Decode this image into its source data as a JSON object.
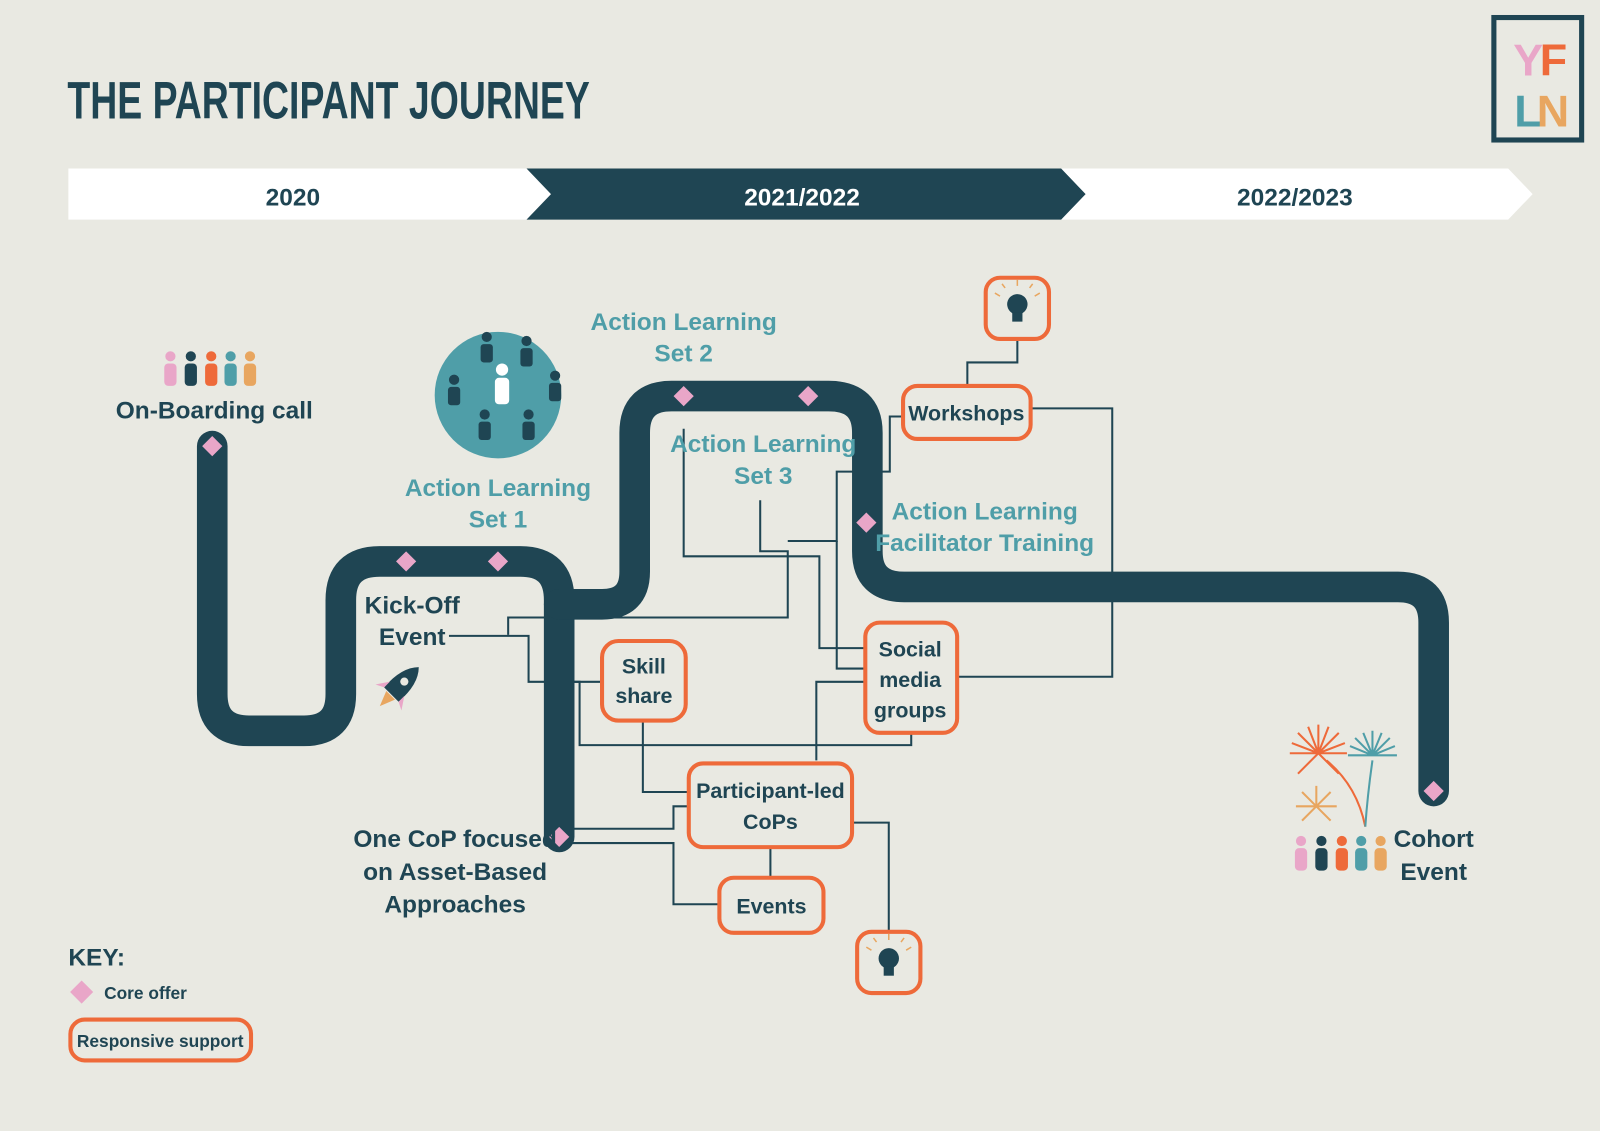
{
  "title": "THE PARTICIPANT JOURNEY",
  "logo": {
    "letters": [
      "Y",
      "F",
      "L",
      "N"
    ]
  },
  "timeline": [
    "2020",
    "2021/2022",
    "2022/2023"
  ],
  "milestones": {
    "onboarding": "On-Boarding call",
    "kickoff": [
      "Kick-Off",
      "Event"
    ],
    "als1": [
      "Action Learning",
      "Set 1"
    ],
    "als2": [
      "Action Learning",
      "Set 2"
    ],
    "als3": [
      "Action Learning",
      "Set 3"
    ],
    "alft": [
      "Action Learning",
      "Facilitator Training"
    ],
    "cop": [
      "One CoP focused",
      "on Asset-Based",
      "Approaches"
    ],
    "cohort": [
      "Cohort",
      "Event"
    ]
  },
  "support": {
    "workshops": "Workshops",
    "skill_share": [
      "Skill",
      "share"
    ],
    "social": [
      "Social",
      "media",
      "groups"
    ],
    "participant_cops": [
      "Participant-led",
      "CoPs"
    ],
    "events": "Events"
  },
  "key": {
    "heading": "KEY:",
    "core": "Core offer",
    "responsive": "Responsive support"
  },
  "colors": {
    "background": "#e9e9e2",
    "dark": "#1f4553",
    "teal": "#4f9ea8",
    "orange": "#ee6a3a",
    "pink": "#e9a6c8",
    "gold": "#e8a660"
  }
}
